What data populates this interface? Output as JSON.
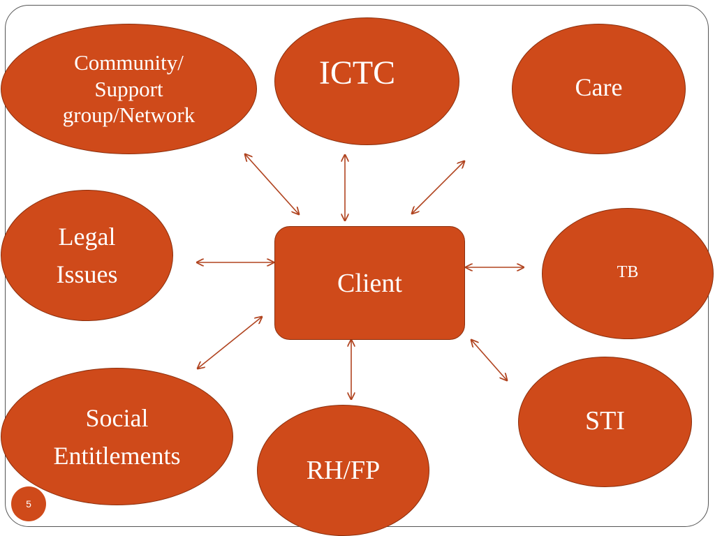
{
  "colors": {
    "node_fill": "#cf4a1a",
    "connector": "#b0431f"
  },
  "nodes": {
    "community": "Community/\nSupport\ngroup/Network",
    "ictc": "ICTC",
    "care": "Care",
    "legal": "Legal\nIssues",
    "client": "Client",
    "tb": "TB",
    "social": "Social\nEntitlements",
    "rhfp": "RH/FP",
    "sti": "STI"
  },
  "slide_number": "5"
}
